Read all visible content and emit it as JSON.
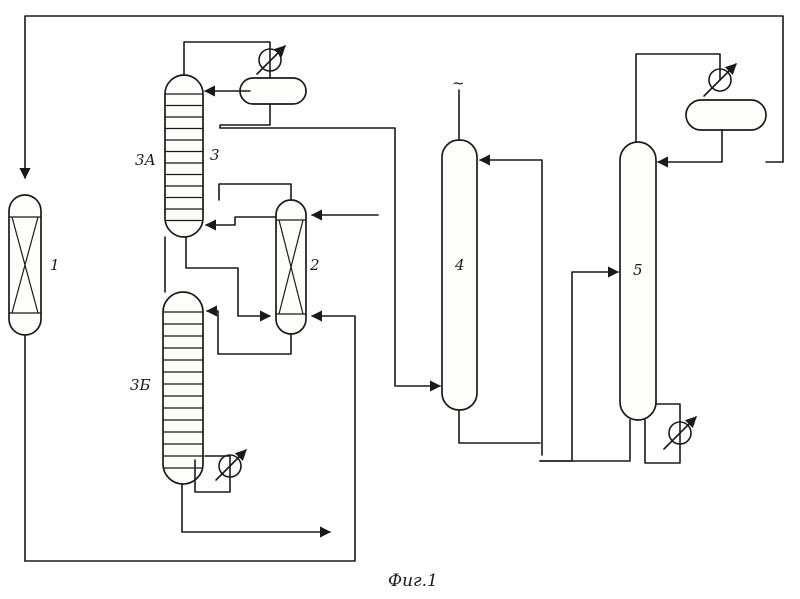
{
  "figure": {
    "caption": "Фиг.1",
    "labels": {
      "reactor_1": "1",
      "reactor_2": "2",
      "column_3": "3",
      "section_3a": "3А",
      "section_3b": "3Б",
      "column_4": "4",
      "column_5": "5",
      "top_mark": "~"
    }
  },
  "colors": {
    "ink": "#1a1a1a",
    "paper": "#ffffff"
  },
  "icons": [
    "heat-exchanger-icon",
    "arrowhead-icon"
  ]
}
